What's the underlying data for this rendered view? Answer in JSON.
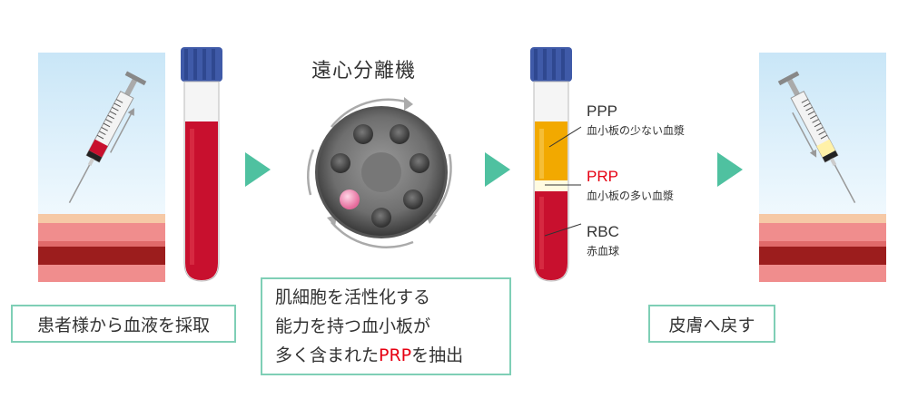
{
  "step1": {
    "caption": "患者様から血液を採取"
  },
  "step2": {
    "title": "遠心分離機",
    "caption_lines": [
      "肌細胞を活性化する",
      "能力を持つ血小板が"
    ],
    "caption_line3_pre": "多く含まれた",
    "caption_line3_highlight": "PRP",
    "caption_line3_post": "を抽出"
  },
  "tube_layers": [
    {
      "label": "PPP",
      "desc": "血小板の少ない血漿"
    },
    {
      "label": "PRP",
      "desc": "血小板の多い血漿"
    },
    {
      "label": "RBC",
      "desc": "赤血球"
    }
  ],
  "step3": {
    "caption": "皮膚へ戻す"
  },
  "colors": {
    "arrow": "#4fc1a0",
    "caption_border": "#7fcfb6",
    "blood": "#c8102e",
    "plasma": "#f2a900",
    "prp": "#e60012",
    "cap": "#3f5aa8"
  }
}
